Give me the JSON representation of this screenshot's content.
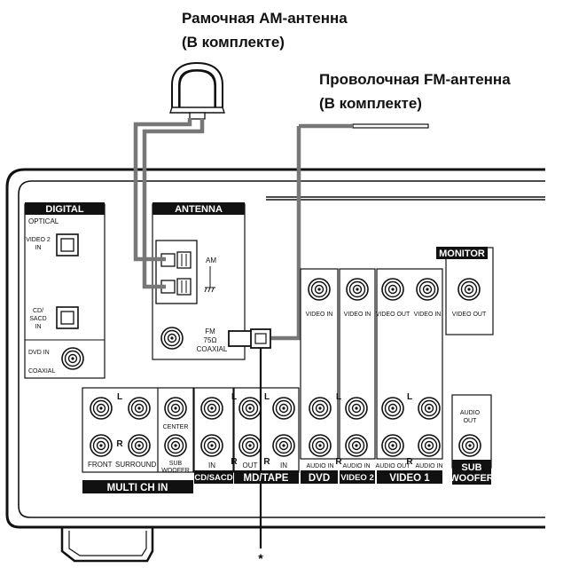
{
  "captions": {
    "am_title": "Рамочная АМ-антенна",
    "am_sub": "(В комплекте)",
    "fm_title": "Проволочная FM-антенна",
    "fm_sub": "(В комплекте)"
  },
  "sections": {
    "digital": "DIGITAL",
    "antenna": "ANTENNA",
    "monitor": "MONITOR",
    "multi_ch_in": "MULTI CH IN",
    "cd_sacd": "CD/SACD",
    "md_tape": "MD/TAPE",
    "dvd": "DVD",
    "video2": "VIDEO 2",
    "video1": "VIDEO 1",
    "sub_woofer_1": "SUB",
    "sub_woofer_2": "WOOFER"
  },
  "labels": {
    "optical": "OPTICAL",
    "video2_in_1": "VIDEO 2",
    "video2_in_2": "IN",
    "cd_sacd_1": "CD/",
    "cd_sacd_2": "SACD",
    "cd_sacd_3": "IN",
    "dvd_in": "DVD IN",
    "coaxial": "COAXIAL",
    "am": "AM",
    "fm": "FM",
    "fm_ohm": "75Ω",
    "fm_coaxial": "COAXIAL",
    "video_in": "VIDEO IN",
    "video_out": "VIDEO OUT",
    "audio_in": "AUDIO IN",
    "audio_out": "AUDIO OUT",
    "audio_out_1": "AUDIO",
    "audio_out_2": "OUT",
    "center": "CENTER",
    "sub": "SUB",
    "woofer": "WOOFER",
    "front": "FRONT",
    "surround": "SURROUND",
    "in": "IN",
    "out": "OUT",
    "l": "L",
    "r": "R",
    "asterisk": "*"
  }
}
